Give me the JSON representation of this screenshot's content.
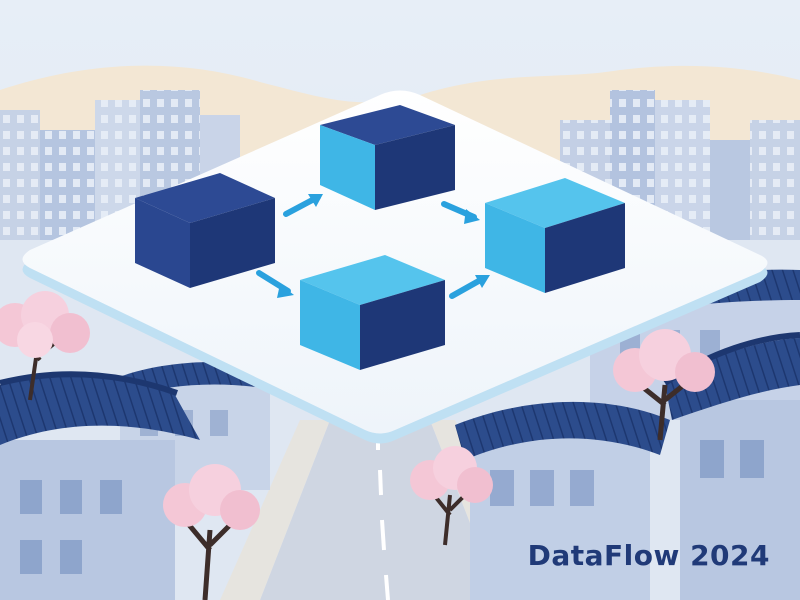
{
  "caption": {
    "title": "DataFlow 2024"
  },
  "palette": {
    "sky": "#dfe9f5",
    "hills": "#f3e7d4",
    "building_light": "#c3d0e6",
    "building_mid": "#aebfdd",
    "roof_dark": "#2c4c8c",
    "blossom": "#f4c7d6",
    "platform": "#fafcfe",
    "cube_dark": "#2d4a94",
    "cube_light": "#3fb6e6",
    "arrow": "#2aa1de",
    "text": "#203a78"
  },
  "icons": {
    "cube": "cube-icon",
    "arrow": "arrow-right-icon",
    "tree": "blossom-tree-icon",
    "house": "hanok-house-icon"
  },
  "diagram": {
    "nodes": [
      "top",
      "left",
      "bottom",
      "right"
    ],
    "edges": [
      [
        "left",
        "top"
      ],
      [
        "top",
        "right"
      ],
      [
        "left",
        "bottom"
      ],
      [
        "bottom",
        "right"
      ]
    ]
  }
}
